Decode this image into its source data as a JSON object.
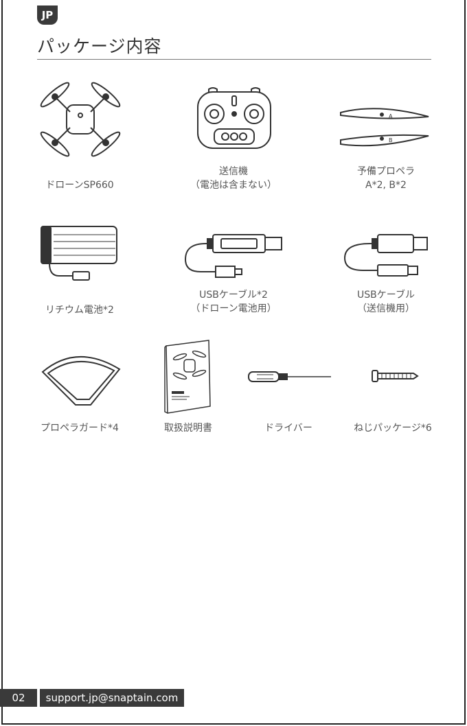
{
  "header": {
    "lang": "JP",
    "title": "パッケージ内容"
  },
  "items": [
    {
      "icon": "drone-icon",
      "label": "ドローンSP660"
    },
    {
      "icon": "remote-controller-icon",
      "label1": "送信機",
      "label2": "（電池は含まない）"
    },
    {
      "icon": "propeller-icon",
      "label1": "予備プロペラ",
      "label2": "A*2, B*2"
    },
    {
      "icon": "battery-icon",
      "label": "リチウム電池*2"
    },
    {
      "icon": "usb-cable-icon",
      "label1": "USBケーブル*2",
      "label2": "（ドローン電池用）"
    },
    {
      "icon": "usb-cable-controller-icon",
      "label1": "USBケーブル",
      "label2": "（送信機用）"
    },
    {
      "icon": "propeller-guard-icon",
      "label": "プロペラガード*4"
    },
    {
      "icon": "manual-icon",
      "label": "取扱説明書"
    },
    {
      "icon": "screwdriver-icon",
      "label": "ドライバー"
    },
    {
      "icon": "screw-icon",
      "label": "ねじパッケージ*6"
    }
  ],
  "footer": {
    "page": "02",
    "email": "support.jp@snaptain.com"
  }
}
